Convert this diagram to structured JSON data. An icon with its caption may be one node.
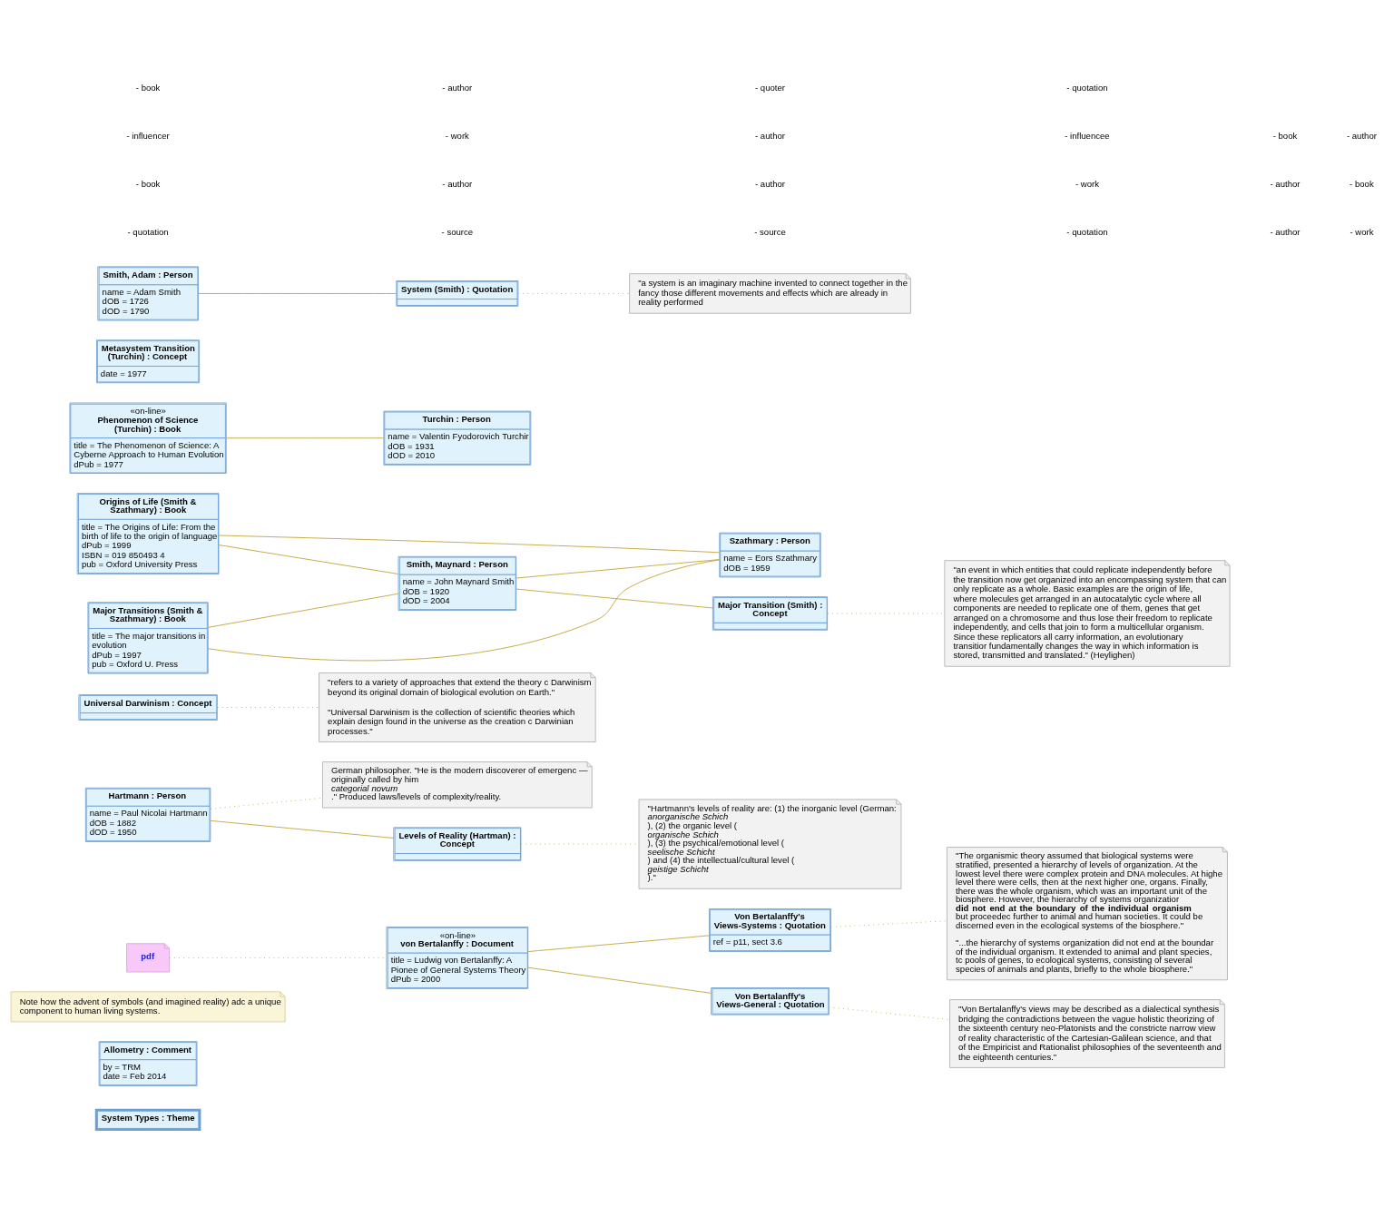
{
  "diagram": {
    "nodes": [
      {
        "text": [
          "System Types : Theme"
        ]
      },
      {
        "text": [
          "Allometry : Comment",
          "by = TRM",
          "date = Feb 2014"
        ]
      },
      {
        "text": [
          "Note how the advent of symbols (and imagined reality) adc a unique component to human living systems."
        ]
      },
      {
        "text": [
          "Von Bertalanffy's Views-Systems : Quotation",
          "ref = p11, sect 3.6"
        ]
      },
      {
        "text": [
          "\"The organismic theory assumed that biological systems were stratified, presented a hierarchy of levels of organization. At the lowest level there were complex protein and DNA molecules. At highe level there were cells, then at the next higher one, organs. Finally, there was the whole organism, which was an important unit of the biosphere. However, the hierarchy of systems organizatior**did not end at the boundary of the individual organism** but proceedec further to animal and human societies. It could be discerned even in the ecological systems of the biosphere.\"",
          "\"...the hierarchy of systems organization did not end at the boundar of the individual organism. It extended to animal and plant species, tc pools of genes, to ecological systems, consisting of several species of animals and plants, briefly to the whole biosphere.\""
        ]
      },
      {
        "text": [
          "pdf"
        ]
      },
      {
        "text": [
          "«on-line»",
          "von Bertalanffy : Document",
          "title = Ludwig von Bertalanffy: A Pionee of General Systems Theory",
          "dPub = 2000"
        ]
      },
      {
        "text": [
          "Von Bertalanffy's Views-General : Quotation"
        ]
      },
      {
        "text": [
          "\"Von Bertalanffy's views may be described as a dialectical synthesis bridging the contradictions between the vague holistic theorizing of the sixteenth century neo-Platonists and the constricte narrow view of reality characteristic of the Cartesian-Galilean science, and that of the Empiricist and Rationalist philosophies of the seventeenth and the eighteenth centuries.\""
        ]
      },
      {
        "text": [
          "Hartmann : Person",
          "name = Paul Nicolai Hartmann",
          "dOB = 1882",
          "dOD = 1950"
        ]
      },
      {
        "text": [
          "German philosopher. \"He is the modern discoverer of emergenc — originally called by him *categorial novum*.\" Produced laws/levels of complexity/reality."
        ]
      },
      {
        "text": [
          "Levels of Reality (Hartman) : Concept"
        ]
      },
      {
        "text": [
          "\"Hartmann's levels of reality are: (1) the inorganic level (German: *anorganische Schich*), (2) the organic level (*organische Schich*), (3) the psychical/emotional level (*seelische Schicht*) and (4) the intellectual/cultural level (*geistige Schicht*).\""
        ]
      },
      {
        "text": [
          "Universal Darwinism : Concept"
        ]
      },
      {
        "text": [
          "\"refers to a variety of approaches that extend the theory c Darwinism beyond its original domain of biological evolution on Earth.\"",
          "\"Universal Darwinism is the collection of scientific theories which explain design found in the universe as the creation c Darwinian processes.\""
        ]
      },
      {
        "text": [
          "Major Transitions (Smith & Szathmary) : Book",
          "title = The major transitions in evolution",
          "dPub = 1997",
          "pub = Oxford U. Press"
        ]
      },
      {
        "text": [
          "Smith, Maynard : Person",
          "name = John Maynard Smith",
          "dOB = 1920",
          "dOD = 2004"
        ]
      },
      {
        "text": [
          "Major Transition (Smith) : Concept"
        ]
      },
      {
        "text": [
          "\"an event in which entities that could replicate independently before the transition now get organized into an encompassing system that can only replicate as a whole. Basic examples are the origin of life, where molecules get arranged in an autocatalytic cycle where all components are needed to replicate one of them, genes that get arranged on a chromosome and thus lose their freedom to replicate independently, and cells that join to form a multicellular organism. Since these replicators all carry information, an evolutionary transitior fundamentally changes the way in which information is stored, transmitted and translated.\" (Heylighen)"
        ]
      },
      {
        "text": [
          "Origins of Life (Smith & Szathmary) : Book",
          "title = The Origins of Life: From the birth of life to the origin of language",
          "dPub = 1999",
          "ISBN = 019 850493 4",
          "pub = Oxford University Press"
        ]
      },
      {
        "text": [
          "Szathmary : Person",
          "name = Eors Szathmary",
          "dOB = 1959"
        ]
      },
      {
        "text": [
          "«on-line»",
          "Phenomenon of Science (Turchin) : Book",
          "title = The Phenomenon of Science: A Cyberne Approach to Human Evolution",
          "dPub = 1977"
        ]
      },
      {
        "text": [
          "Turchin : Person",
          "name = Valentin Fyodorovich Turchir",
          "dOB = 1931",
          "dOD = 2010"
        ]
      },
      {
        "text": [
          "Metasystem Transition (Turchin) : Concept",
          "date = 1977"
        ]
      },
      {
        "text": [
          "Smith, Adam : Person",
          "name = Adam Smith",
          "dOB = 1726",
          "dOD = 1790"
        ]
      },
      {
        "text": [
          "System (Smith) : Quotation"
        ]
      },
      {
        "text": [
          "\"a system is an imaginary machine invented to connect together in the fancy those different movements and effects which are already in reality performed"
        ]
      }
    ],
    "edges": [
      {
        "from": 6,
        "to": 3,
        "arrow": "none"
      },
      {
        "from": 3,
        "to": 4,
        "arrow": "none",
        "style": "dashed"
      },
      {
        "from": 5,
        "to": 6,
        "arrow": "none",
        "style": "dashed"
      },
      {
        "from": 6,
        "to": 7,
        "arrow": "none"
      },
      {
        "from": 7,
        "to": 8,
        "arrow": "none",
        "style": "dashed"
      },
      {
        "from": 9,
        "to": 10,
        "arrow": "none",
        "style": "dashed"
      },
      {
        "from": 9,
        "to": 11,
        "arrow": "none"
      },
      {
        "from": 11,
        "to": 12,
        "arrow": "none",
        "style": "dashed"
      },
      {
        "from": 13,
        "to": 14,
        "arrow": "none",
        "style": "dashed"
      },
      {
        "from": 15,
        "to": 16,
        "arrow": "none"
      },
      {
        "from": 16,
        "to": 17,
        "arrow": "none"
      },
      {
        "from": 15,
        "to": 20,
        "arrow": "none"
      },
      {
        "from": 19,
        "to": 16,
        "arrow": "none"
      },
      {
        "from": 16,
        "to": 20,
        "arrow": "none"
      },
      {
        "from": 17,
        "to": 18,
        "arrow": "none",
        "style": "dashed"
      },
      {
        "from": 19,
        "to": 20,
        "arrow": "none"
      },
      {
        "from": 21,
        "to": 22,
        "arrow": "none"
      },
      {
        "from": 24,
        "to": 25,
        "arrow": "none"
      },
      {
        "from": 25,
        "to": 26,
        "arrow": "none",
        "style": "dashed"
      }
    ],
    "labels": [
      "- quotation",
      "- source",
      "- source",
      "- quotation",
      "- author",
      "- work",
      "- book",
      "- author",
      "- author",
      "- work",
      "- author",
      "- book",
      "- influencer",
      "- work",
      "- author",
      "- influencee",
      "- book",
      "- author",
      "- book",
      "- author",
      "- quoter",
      "- quotation"
    ]
  }
}
